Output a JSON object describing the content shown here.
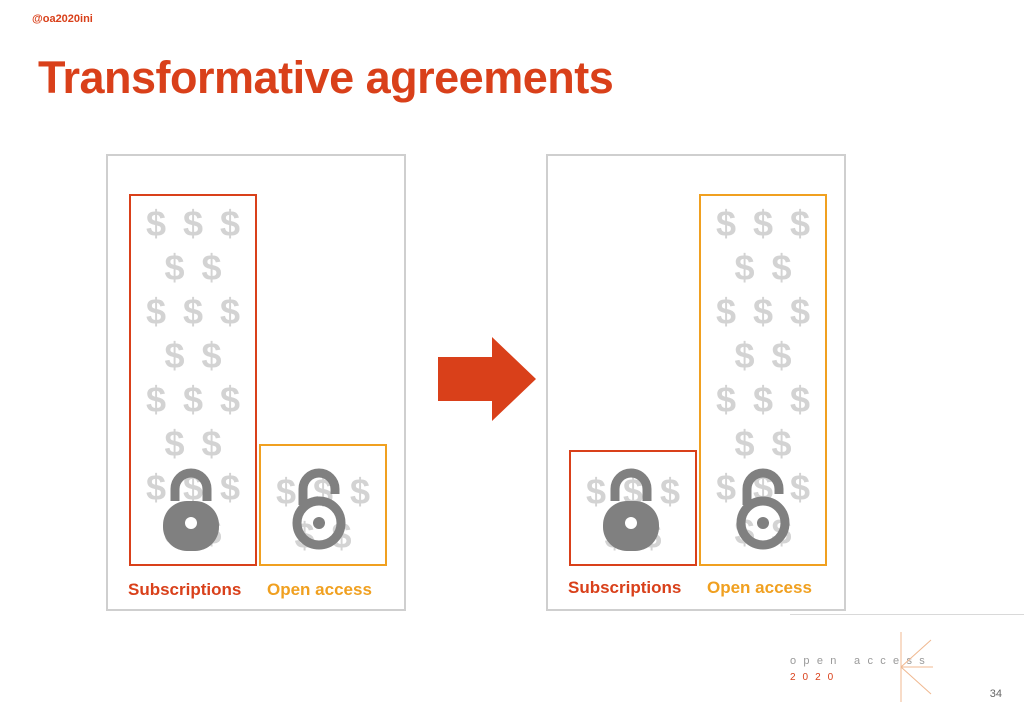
{
  "header": {
    "handle": "@oa2020ini",
    "title": "Transformative agreements"
  },
  "currency_symbol": "$",
  "icons": {
    "closed": "closed-padlock-icon",
    "open": "open-access-padlock-icon",
    "arrow": "right-arrow-icon"
  },
  "colors": {
    "accent": "#d9401a",
    "open_access": "#f0a020",
    "dollar": "#d3d3d3",
    "lock": "#808080",
    "panel_border": "#cfcfcf"
  },
  "panels": {
    "before": {
      "subscriptions_label": "Subscriptions",
      "open_access_label": "Open access"
    },
    "after": {
      "subscriptions_label": "Subscriptions",
      "open_access_label": "Open access"
    }
  },
  "footer": {
    "logo_text": "open access",
    "logo_year": "2020",
    "page_number": "34"
  }
}
